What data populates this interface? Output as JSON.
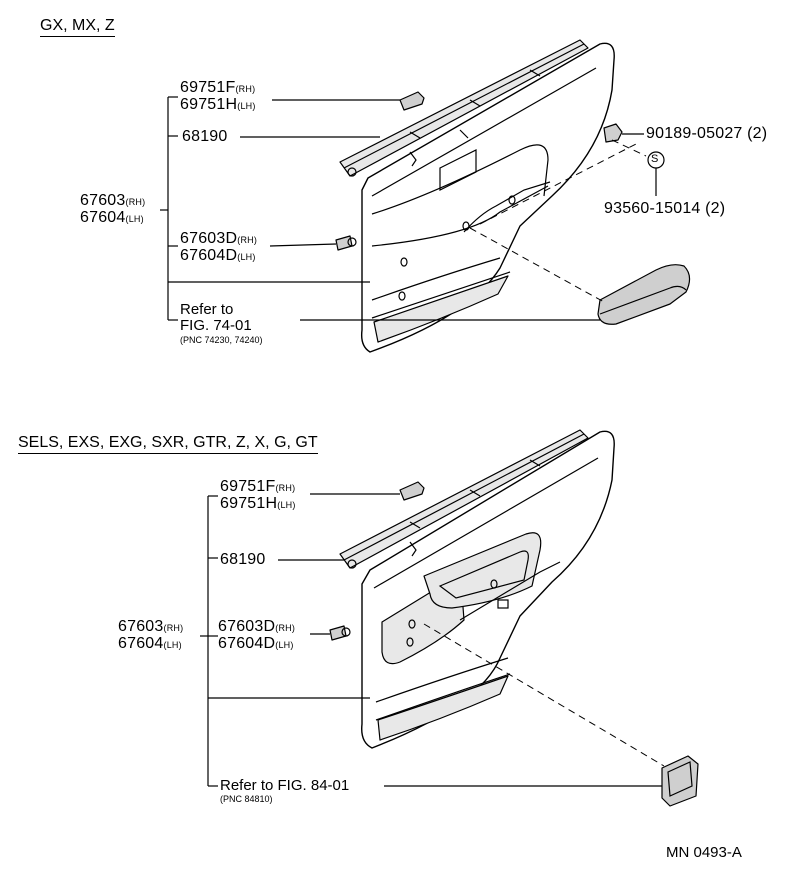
{
  "top": {
    "heading": "GX, MX, Z",
    "labels": {
      "p69751F": "69751F",
      "p69751F_sfx": "(RH)",
      "p69751H": "69751H",
      "p69751H_sfx": "(LH)",
      "p68190": "68190",
      "p67603": "67603",
      "p67603_sfx": "(RH)",
      "p67604": "67604",
      "p67604_sfx": "(LH)",
      "p67603D": "67603D",
      "p67603D_sfx": "(RH)",
      "p67604D": "67604D",
      "p67604D_sfx": "(LH)",
      "p90189": "90189-05027 (2)",
      "p93560": "93560-15014 (2)",
      "ref_line1": "Refer to",
      "ref_line2": "FIG. 74-01",
      "ref_pnc": "(PNC 74230, 74240)",
      "s_symbol": "S"
    }
  },
  "bottom": {
    "heading": "SELS, EXS, EXG, SXR, GTR, Z, X, G, GT",
    "labels": {
      "p69751F": "69751F",
      "p69751F_sfx": "(RH)",
      "p69751H": "69751H",
      "p69751H_sfx": "(LH)",
      "p68190": "68190",
      "p67603": "67603",
      "p67603_sfx": "(RH)",
      "p67604": "67604",
      "p67604_sfx": "(LH)",
      "p67603D": "67603D",
      "p67603D_sfx": "(RH)",
      "p67604D": "67604D",
      "p67604D_sfx": "(LH)",
      "ref_line": "Refer to FIG. 84-01",
      "ref_pnc": "(PNC 84810)"
    }
  },
  "footer": {
    "code": "MN 0493-A"
  }
}
